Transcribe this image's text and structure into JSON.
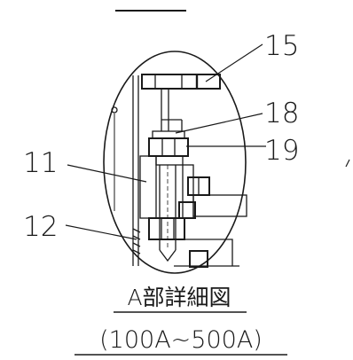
{
  "colors": {
    "line": "#1a1a1a",
    "paper": "#ffffff"
  },
  "labels": {
    "part_15": "15",
    "part_18": "18",
    "part_19": "19",
    "part_11": "11",
    "part_12": "12"
  },
  "caption": {
    "title": "A部詳細図",
    "range": "(100A~500A)"
  }
}
